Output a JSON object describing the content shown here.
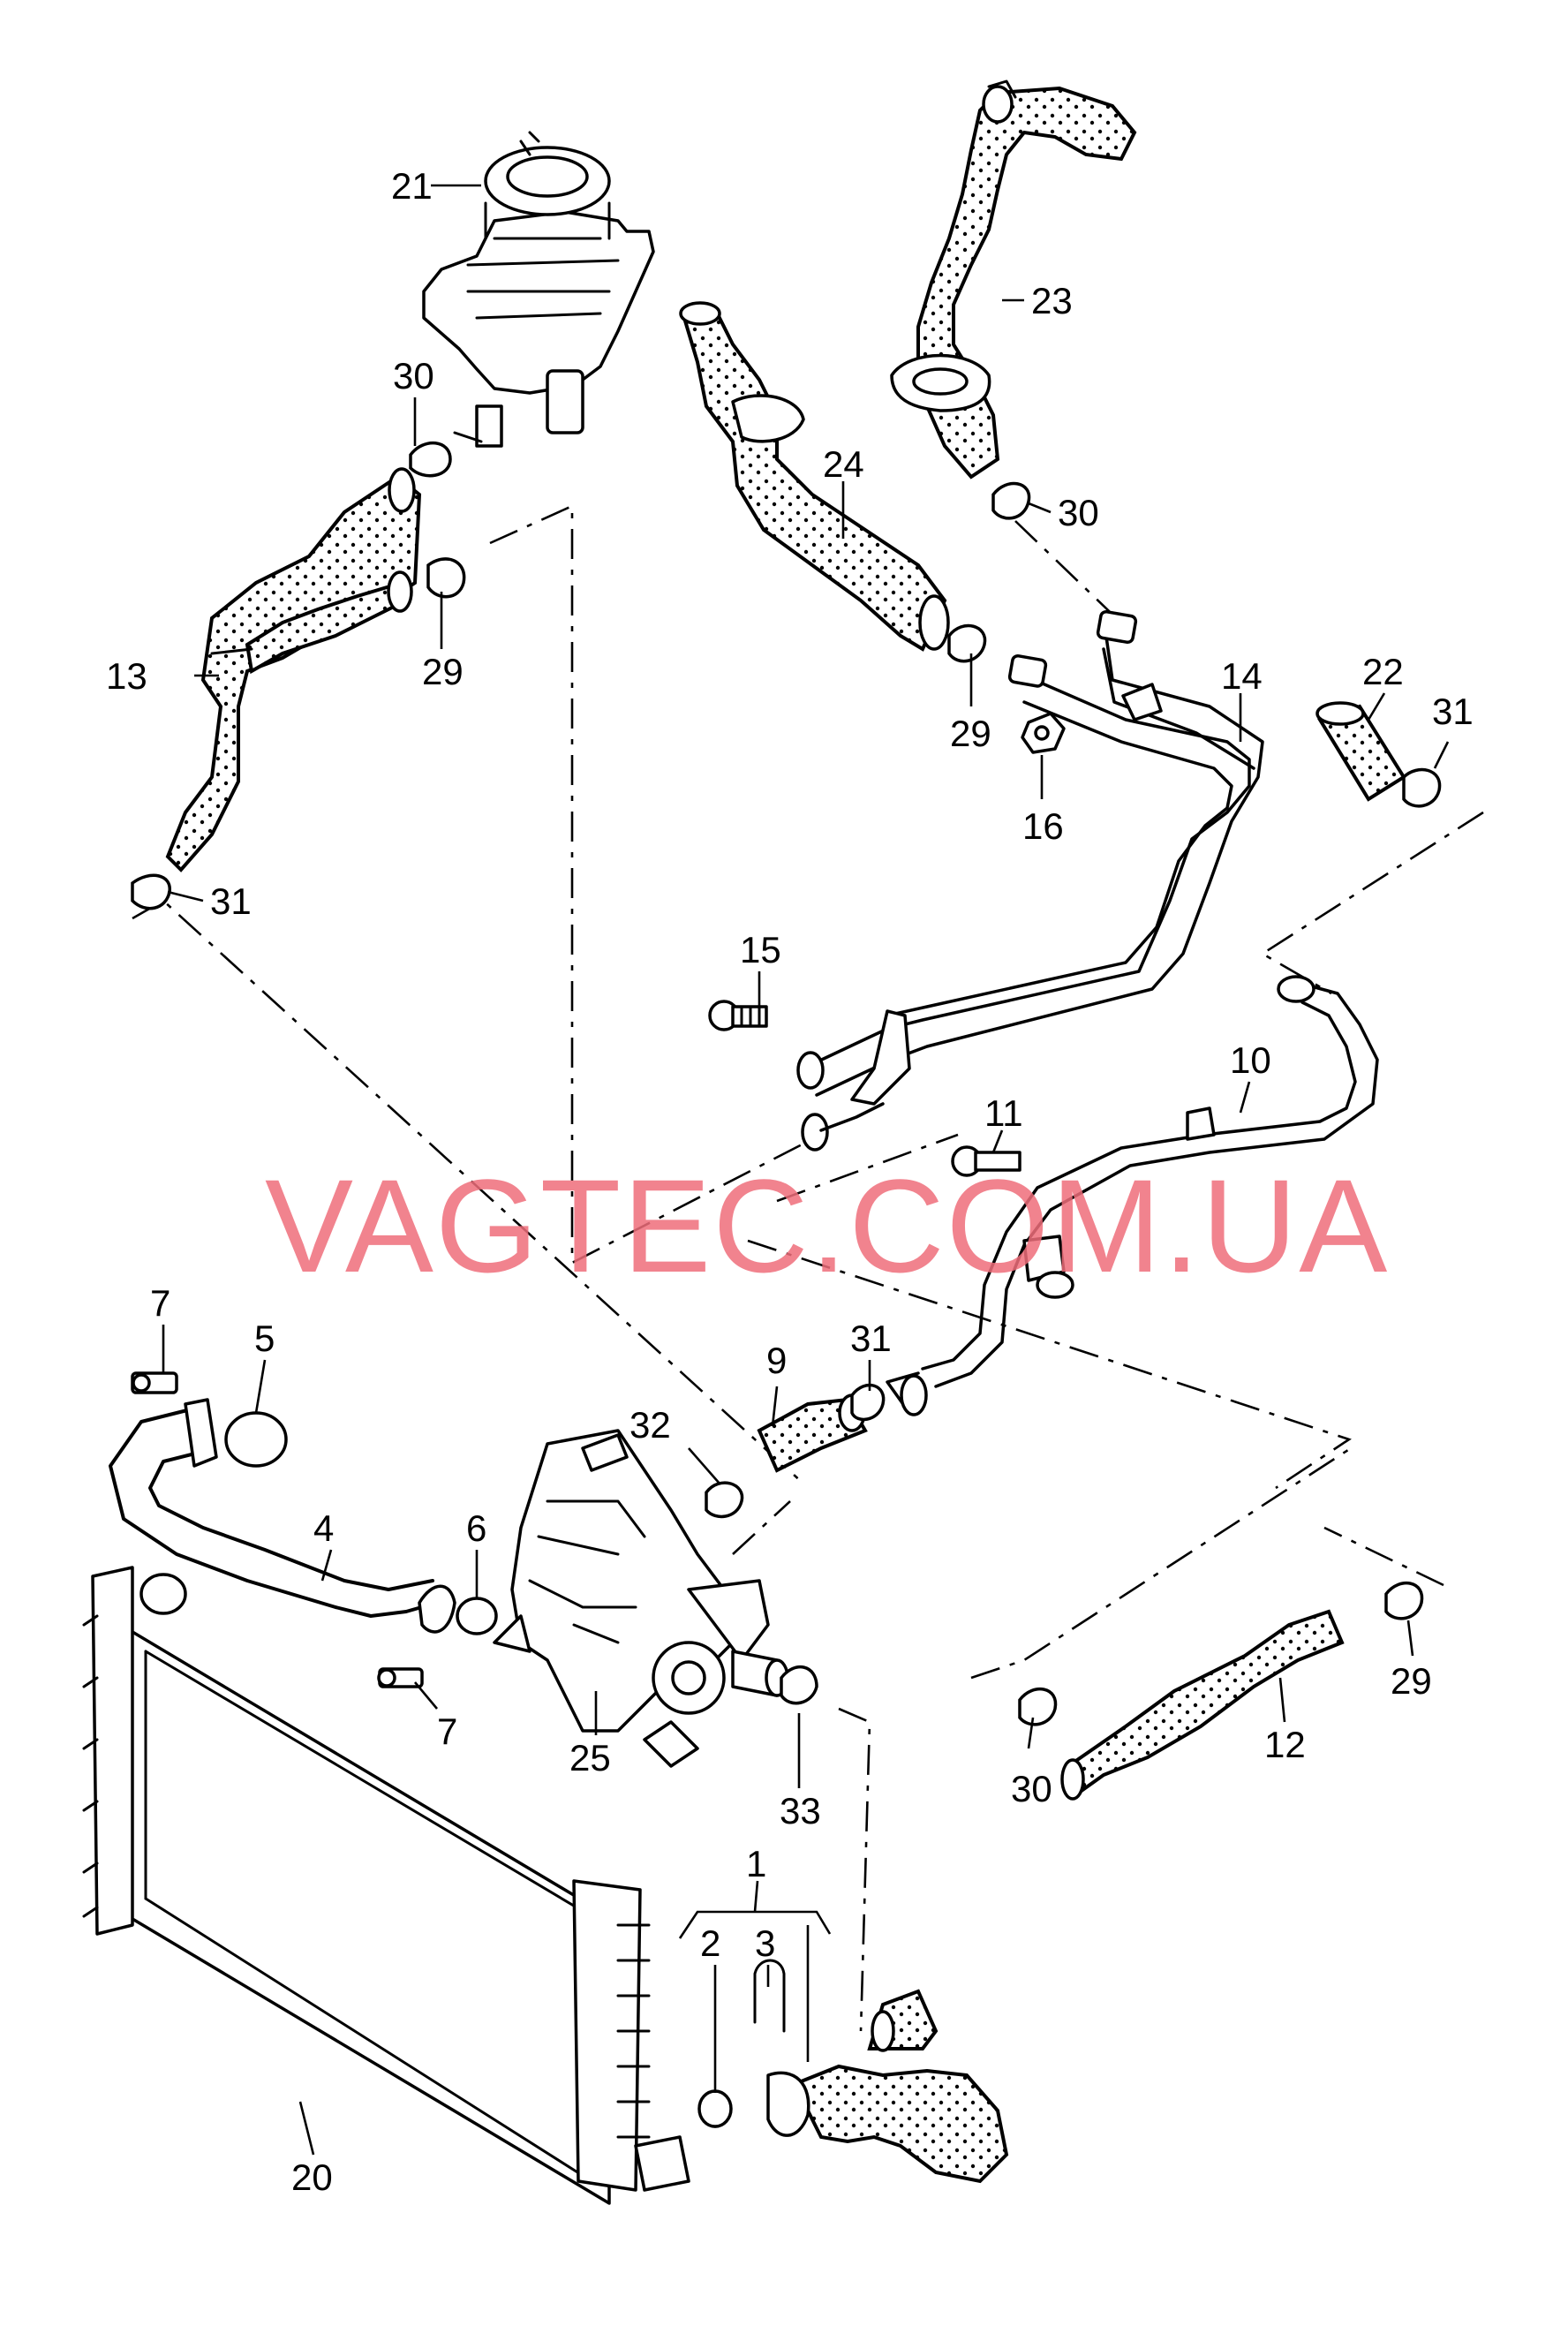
{
  "watermark": "VAGTEC.COM.UA",
  "colors": {
    "watermark": "#ef6e7b",
    "line": "#000000",
    "background": "#ffffff"
  },
  "callouts": {
    "c1": "1",
    "c2": "2",
    "c3": "3",
    "c4": "4",
    "c5": "5",
    "c6": "6",
    "c7a": "7",
    "c7b": "7",
    "c9": "9",
    "c10": "10",
    "c11": "11",
    "c12": "12",
    "c13": "13",
    "c14": "14",
    "c15": "15",
    "c16": "16",
    "c20": "20",
    "c21": "21",
    "c22": "22",
    "c23": "23",
    "c24": "24",
    "c25": "25",
    "c29a": "29",
    "c29b": "29",
    "c29c": "29",
    "c30a": "30",
    "c30b": "30",
    "c30c": "30",
    "c31a": "31",
    "c31b": "31",
    "c31c": "31",
    "c32": "32",
    "c33": "33"
  }
}
